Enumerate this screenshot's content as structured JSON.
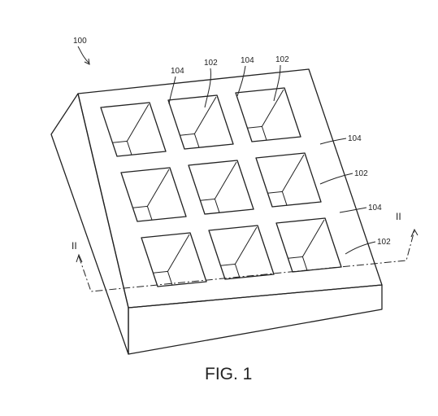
{
  "figure": {
    "caption": "FIG. 1",
    "assembly_ref": "100",
    "section_marks": {
      "left": "II",
      "right": "II"
    },
    "labels": [
      "104",
      "102",
      "104",
      "102",
      "104",
      "102",
      "104",
      "102"
    ]
  }
}
